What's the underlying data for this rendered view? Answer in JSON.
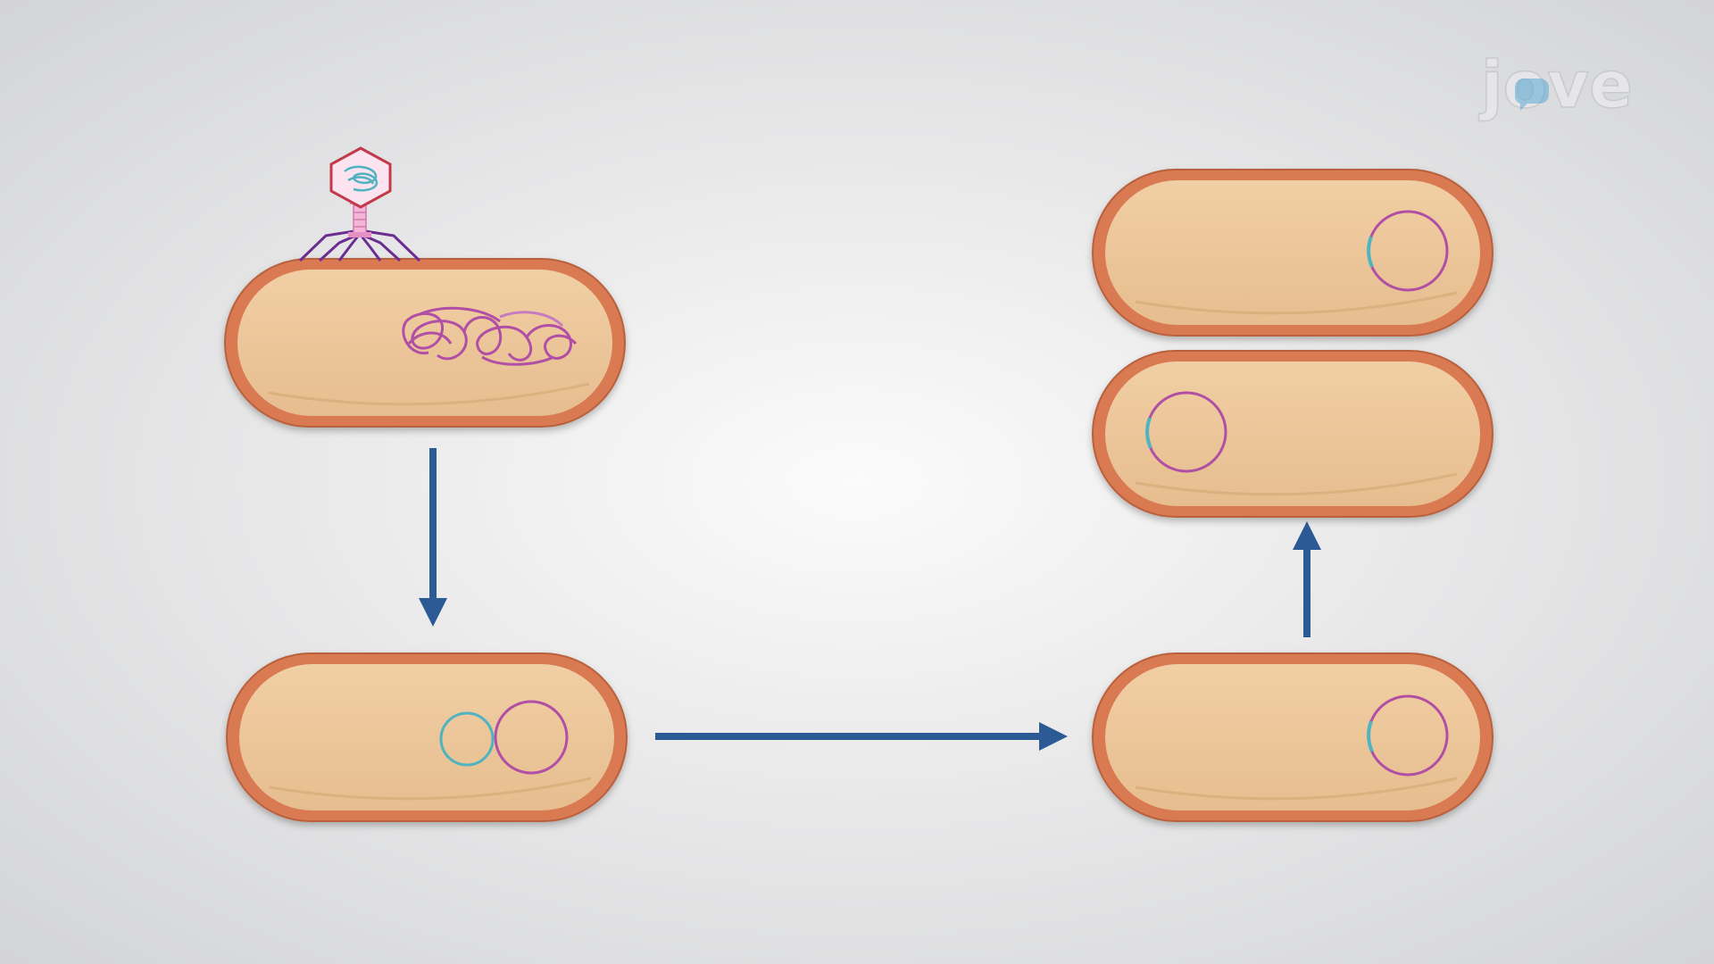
{
  "logo": {
    "text": "jove",
    "colors": {
      "letters": "#e6e6e8",
      "accent": "#5aa7d6"
    }
  },
  "diagram": {
    "colors": {
      "cell_fill": "#ecc69a",
      "cell_membrane": "#d97a52",
      "bacterial_dna": "#b04fa5",
      "phage_dna": "#4fb3c0",
      "phage_body": "#f4b6d6",
      "phage_capsid": "#c23a4a",
      "phage_legs": "#6b2d8f",
      "arrow": "#2b5a94"
    },
    "steps": [
      {
        "id": "infection",
        "icons": [
          "bacteriophage-icon",
          "bacterial-chromosome-icon"
        ]
      },
      {
        "id": "circularized-phage-dna",
        "icons": [
          "phage-plasmid-icon",
          "bacterial-chromosome-icon"
        ]
      },
      {
        "id": "integrated-prophage",
        "icons": [
          "prophage-chromosome-icon"
        ]
      },
      {
        "id": "daughter-cells",
        "icons": [
          "prophage-chromosome-icon",
          "prophage-chromosome-icon"
        ]
      }
    ],
    "arrows": [
      {
        "from": "infection",
        "to": "circularized-phage-dna",
        "direction": "down"
      },
      {
        "from": "circularized-phage-dna",
        "to": "integrated-prophage",
        "direction": "right"
      },
      {
        "from": "integrated-prophage",
        "to": "daughter-cells",
        "direction": "up"
      }
    ]
  }
}
